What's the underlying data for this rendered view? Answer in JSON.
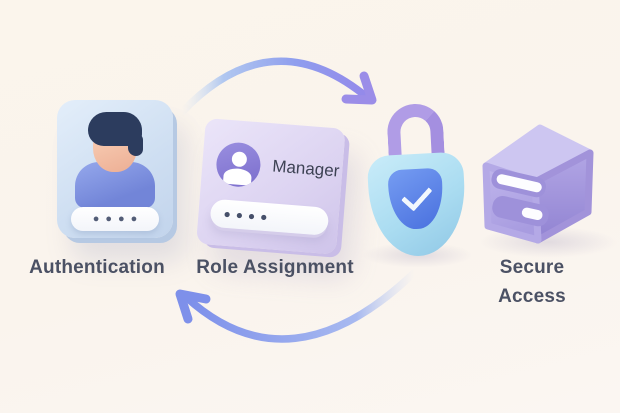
{
  "background_color": "#faf4ec",
  "text_color": "#4b5164",
  "flow": {
    "type": "cycle",
    "order": [
      "authentication",
      "role-assignment",
      "secure-access"
    ],
    "arrows": [
      {
        "position": "top",
        "direction": "left-to-right",
        "color_start": "#a8c2f0",
        "color_end": "#9b8de8"
      },
      {
        "position": "bottom",
        "direction": "right-to-left",
        "color_start": "#a3b6f0",
        "color_end": "#7e90ea"
      }
    ]
  },
  "auth_card": {
    "label": "Authentication",
    "icon": "person-avatar-icon",
    "password_dots": "●●●●",
    "card_color": "#cfdff2"
  },
  "role_card": {
    "label": "Role Assignment",
    "icon": "user-circle-icon",
    "role_value": "Manager",
    "password_dots": "●●●●",
    "card_color": "#dcd3f1"
  },
  "lock": {
    "icon": "padlock-shield-check-icon",
    "shackle_color": "#b09ce6",
    "body_color": "#aadcf1",
    "shield_color": "#5b84e8"
  },
  "server": {
    "label": "Secure Access",
    "icon": "server-cube-icon",
    "color": "#b3a8e6"
  }
}
